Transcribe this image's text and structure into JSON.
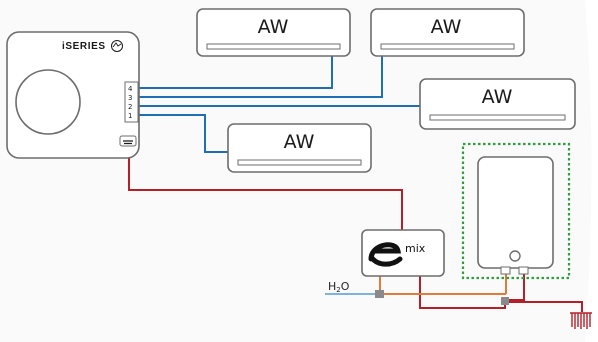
{
  "indoor_units": [
    {
      "label": "AW",
      "port": "4"
    },
    {
      "label": "AW",
      "port": "3"
    },
    {
      "label": "AW",
      "port": "2"
    },
    {
      "label": "AW",
      "port": "1"
    }
  ],
  "outdoor_unit": {
    "brand": "iSERIES",
    "ports": [
      "4",
      "3",
      "2",
      "1"
    ]
  },
  "mixer": {
    "label": "mix"
  },
  "water_inlet": {
    "label": "H",
    "subscript": "2",
    "suffix": "O"
  },
  "colors": {
    "pipe_refrigerant": "#1f6fb2",
    "pipe_hot": "#b3202a",
    "pipe_mixed": "#e07b39",
    "pipe_cold": "#7fb3dc",
    "heater_frame": "#2e9e3e",
    "unit_outline": "#6d6d6d"
  }
}
